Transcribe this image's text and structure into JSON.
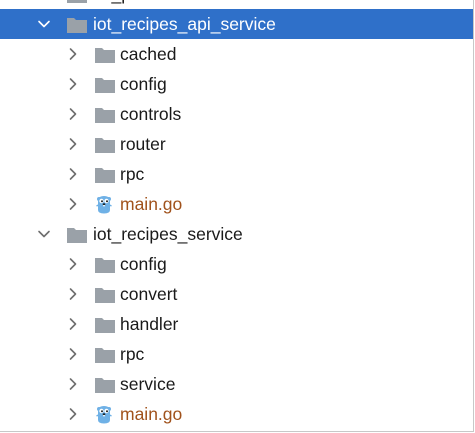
{
  "colors": {
    "selection": "#2f70c9",
    "folder": "#9aa1a8",
    "go_file_text": "#a0521c",
    "text": "#1a1a1a"
  },
  "tree": [
    {
      "label": "iot_protos",
      "level": 1,
      "kind": "folder",
      "expanded": false,
      "selected": false
    },
    {
      "label": "iot_recipes_api_service",
      "level": 1,
      "kind": "folder",
      "expanded": true,
      "selected": true
    },
    {
      "label": "cached",
      "level": 2,
      "kind": "folder",
      "expanded": false,
      "selected": false
    },
    {
      "label": "config",
      "level": 2,
      "kind": "folder",
      "expanded": false,
      "selected": false
    },
    {
      "label": "controls",
      "level": 2,
      "kind": "folder",
      "expanded": false,
      "selected": false
    },
    {
      "label": "router",
      "level": 2,
      "kind": "folder",
      "expanded": false,
      "selected": false
    },
    {
      "label": "rpc",
      "level": 2,
      "kind": "folder",
      "expanded": false,
      "selected": false
    },
    {
      "label": "main.go",
      "level": 2,
      "kind": "go-file",
      "expanded": false,
      "selected": false
    },
    {
      "label": "iot_recipes_service",
      "level": 1,
      "kind": "folder",
      "expanded": true,
      "selected": false
    },
    {
      "label": "config",
      "level": 2,
      "kind": "folder",
      "expanded": false,
      "selected": false
    },
    {
      "label": "convert",
      "level": 2,
      "kind": "folder",
      "expanded": false,
      "selected": false
    },
    {
      "label": "handler",
      "level": 2,
      "kind": "folder",
      "expanded": false,
      "selected": false
    },
    {
      "label": "rpc",
      "level": 2,
      "kind": "folder",
      "expanded": false,
      "selected": false
    },
    {
      "label": "service",
      "level": 2,
      "kind": "folder",
      "expanded": false,
      "selected": false
    },
    {
      "label": "main.go",
      "level": 2,
      "kind": "go-file",
      "expanded": false,
      "selected": false
    }
  ]
}
